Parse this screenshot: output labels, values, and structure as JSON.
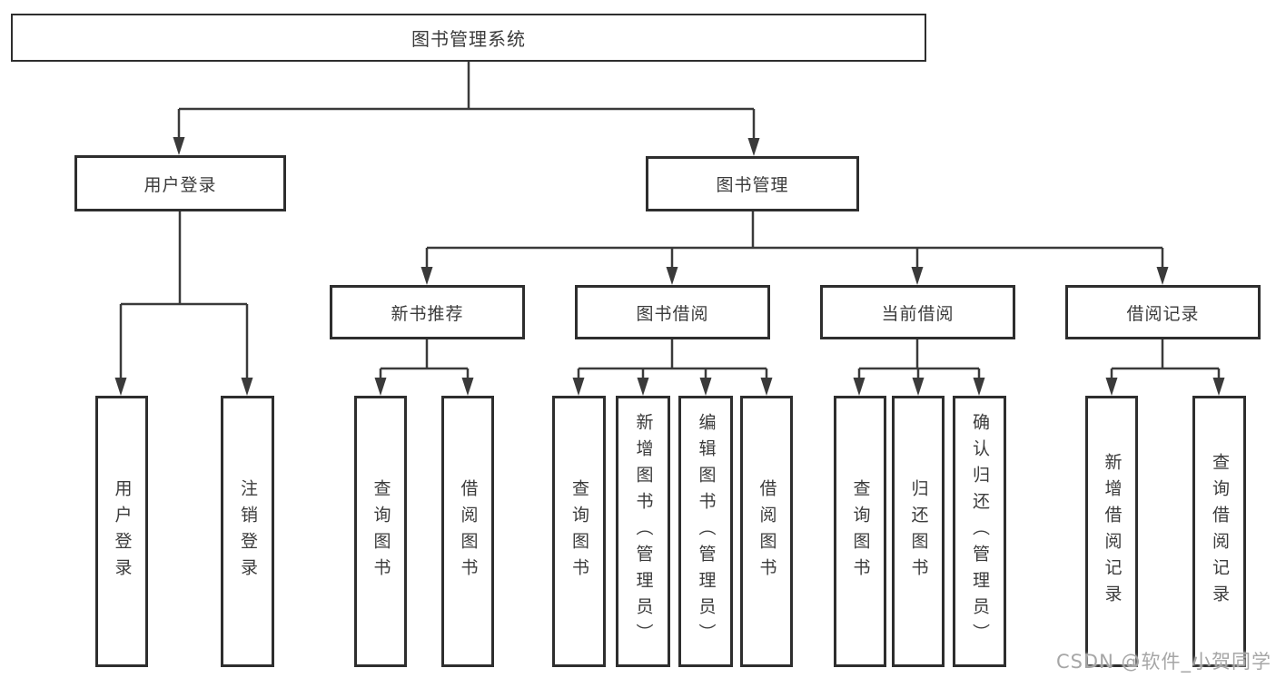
{
  "tree": {
    "root": "图书管理系统",
    "user_login": {
      "label": "用户登录",
      "children": [
        "用户登录",
        "注销登录"
      ]
    },
    "book_management": {
      "label": "图书管理",
      "sections": [
        {
          "label": "新书推荐",
          "children": [
            "查询图书",
            "借阅图书"
          ]
        },
        {
          "label": "图书借阅",
          "children": [
            "查询图书",
            "新增图书（管理员）",
            "编辑图书（管理员）",
            "借阅图书"
          ]
        },
        {
          "label": "当前借阅",
          "children": [
            "查询图书",
            "归还图书",
            "确认归还（管理员）"
          ]
        },
        {
          "label": "借阅记录",
          "children": [
            "新增借阅记录",
            "查询借阅记录"
          ]
        }
      ]
    }
  },
  "watermark": {
    "text": "CSDN @软件_小贺同学"
  },
  "colors": {
    "line": "#3a3a3a",
    "box_border": "#2e2e2e",
    "text": "#3b3b3b",
    "watermark": "#969696",
    "background": "#ffffff"
  }
}
